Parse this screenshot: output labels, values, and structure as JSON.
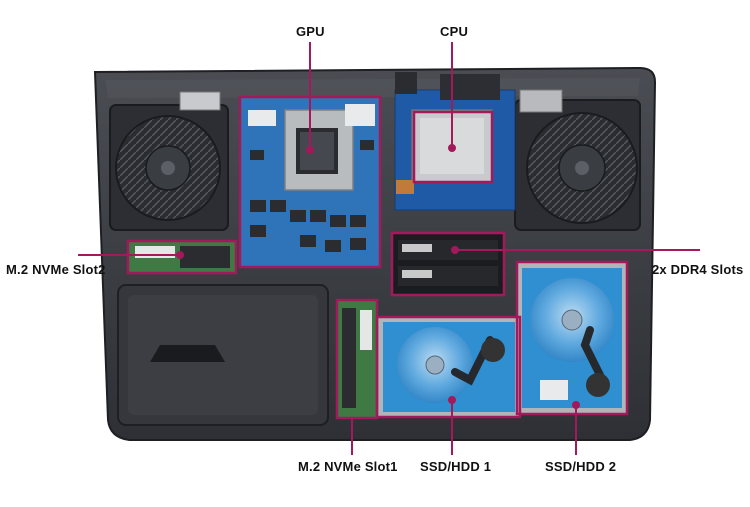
{
  "labels": {
    "gpu": "GPU",
    "cpu": "CPU",
    "m2_slot2": "M.2 NVMe Slot2",
    "ddr4": "2x DDR4 Slots",
    "m2_slot1": "M.2 NVMe Slot1",
    "ssd_hdd1": "SSD/HDD 1",
    "ssd_hdd2": "SSD/HDD 2"
  },
  "colors": {
    "callout": "#a3195b",
    "chassis": "#3d4046",
    "chassis_dark": "#24262a",
    "pcb_blue": "#2f74b8",
    "drive_blue": "#2f8fd0",
    "pcb_green": "#3f7a45"
  }
}
